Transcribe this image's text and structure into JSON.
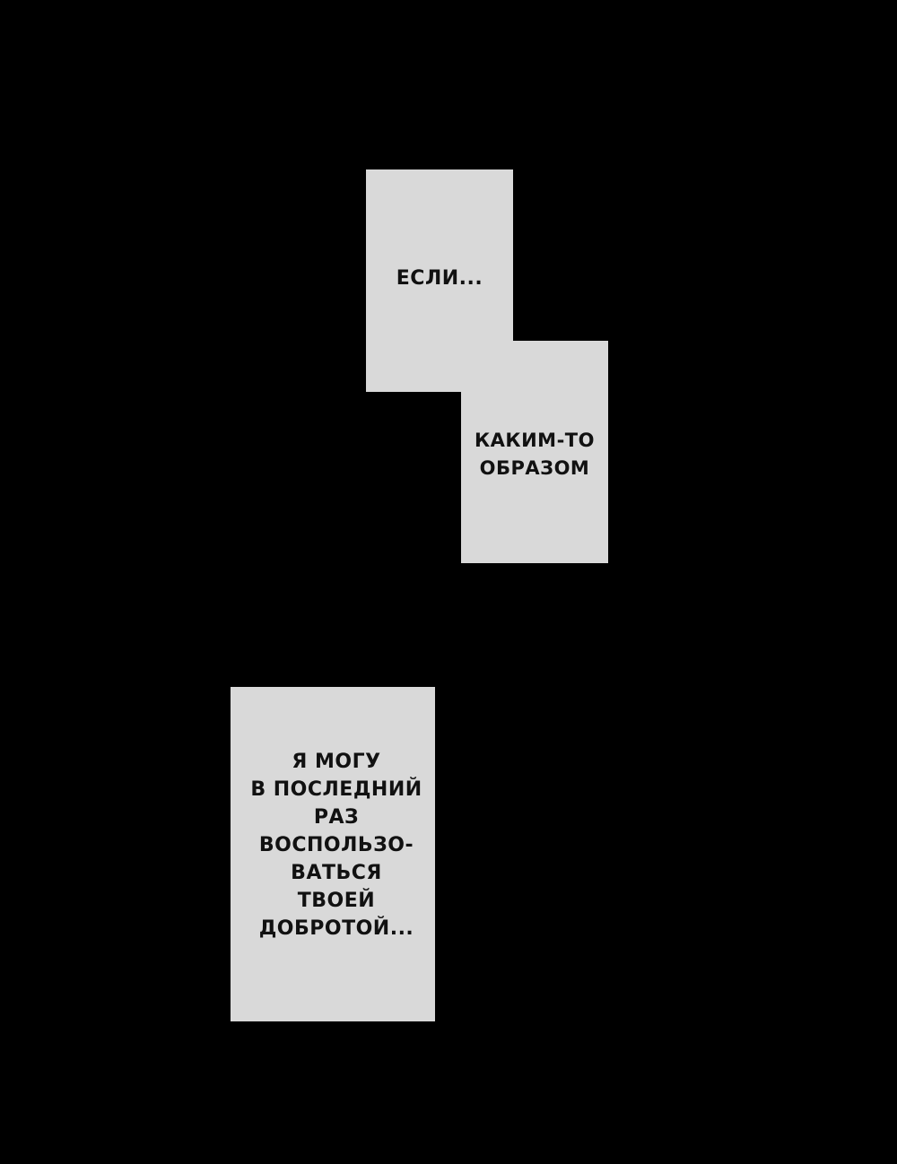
{
  "panels": [
    {
      "lines": [
        "ЕСЛИ..."
      ]
    },
    {
      "lines": [
        "КАКИМ-ТО",
        "ОБРАЗОМ"
      ]
    },
    {
      "lines": [
        "Я МОГУ",
        "В ПОСЛЕДНИЙ",
        "РАЗ",
        "ВОСПОЛЬЗО-",
        "ВАТЬСЯ",
        "ТВОЕЙ",
        "ДОБРОТОЙ..."
      ]
    }
  ],
  "colors": {
    "background": "#000000",
    "panel": "#d9d9d9",
    "text": "#111111"
  }
}
